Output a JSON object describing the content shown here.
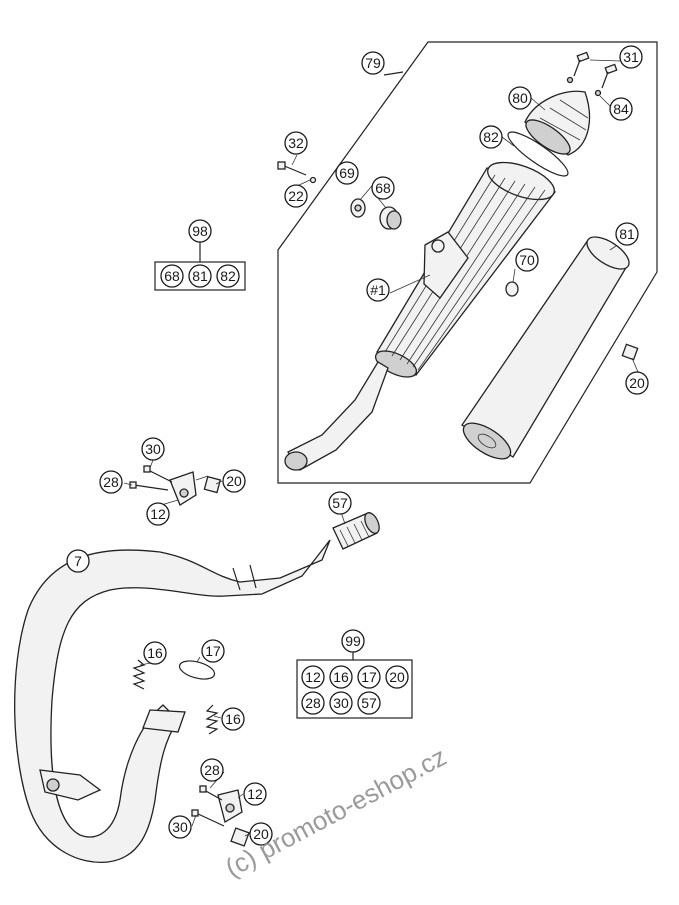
{
  "callouts": {
    "c79": "79",
    "c31": "31",
    "c80": "80",
    "c84": "84",
    "c82": "82",
    "c32": "32",
    "c22": "22",
    "c69": "69",
    "c68": "68",
    "c81": "81",
    "c70": "70",
    "c1": "#1",
    "c20a": "20",
    "c30a": "30",
    "c28a": "28",
    "c20b": "20",
    "c12a": "12",
    "c57": "57",
    "c7": "7",
    "c16a": "16",
    "c17": "17",
    "c16b": "16",
    "c28b": "28",
    "c12b": "12",
    "c30b": "30",
    "c20c": "20"
  },
  "kit98": {
    "label": "98",
    "items": [
      "68",
      "81",
      "82"
    ]
  },
  "kit99": {
    "label": "99",
    "items": [
      "12",
      "16",
      "17",
      "20",
      "28",
      "30",
      "57"
    ]
  },
  "watermark": "(c) promoto-eshop.cz"
}
